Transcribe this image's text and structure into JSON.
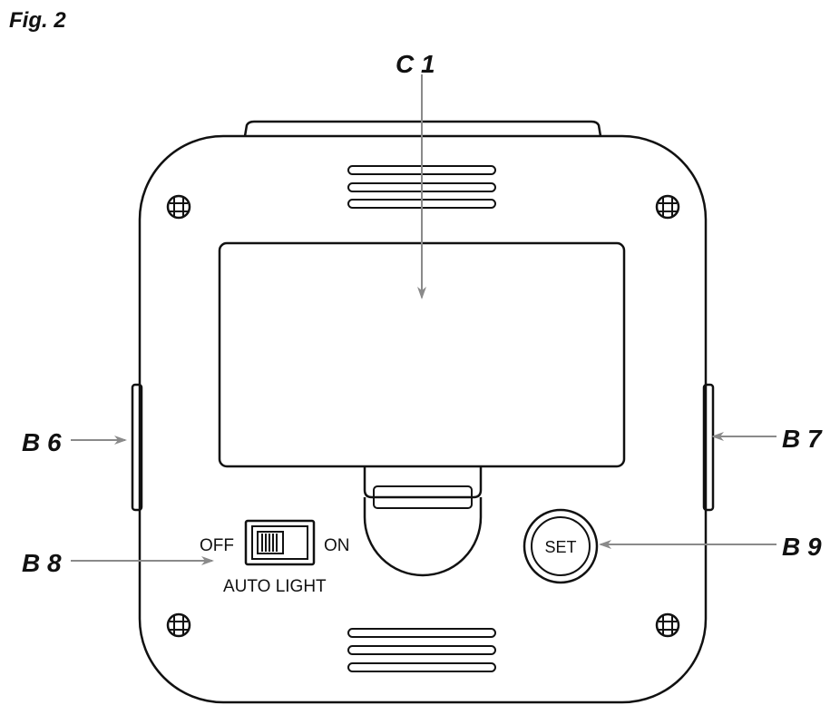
{
  "figure": {
    "label": "Fig. 2"
  },
  "callouts": {
    "c1": "C 1",
    "b6": "B 6",
    "b7": "B 7",
    "b8": "B 8",
    "b9": "B 9"
  },
  "device": {
    "switch_off_label": "OFF",
    "switch_on_label": "ON",
    "switch_caption": "AUTO LIGHT",
    "set_button_label": "SET"
  },
  "colors": {
    "outline": "#111111",
    "arrow": "#8a8a8a"
  }
}
